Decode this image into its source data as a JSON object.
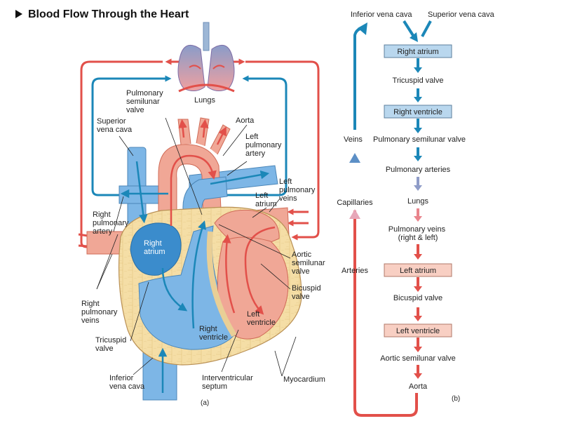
{
  "title": "Blood Flow Through the Heart",
  "colors": {
    "deoxygenated": "#1b87b8",
    "oxygenated": "#e2504a",
    "heart_blue": "#7db6e6",
    "heart_pink": "#f0a796",
    "myocardium": "#f5dea6",
    "box_blue": "#b9d7ee",
    "box_pink": "#f8cfc3"
  },
  "panel_a": {
    "label": "(a)",
    "labels": {
      "lungs": "Lungs",
      "pulmonary_semilunar_valve": [
        "Pulmonary",
        "semilunar",
        "valve"
      ],
      "superior_vena_cava": [
        "Superior",
        "vena cava"
      ],
      "aorta": "Aorta",
      "left_pulmonary_artery": [
        "Left",
        "pulmonary",
        "artery"
      ],
      "left_pulmonary_veins": [
        "Left",
        "pulmonary",
        "veins"
      ],
      "left_atrium": [
        "Left",
        "atrium"
      ],
      "right_pulmonary_artery": [
        "Right",
        "pulmonary",
        "artery"
      ],
      "right_atrium": [
        "Right",
        "atrium"
      ],
      "aortic_semilunar_valve": [
        "Aortic",
        "semilunar",
        "valve"
      ],
      "bicuspid_valve": [
        "Bicuspid",
        "valve"
      ],
      "right_pulmonary_veins": [
        "Right",
        "pulmonary",
        "veins"
      ],
      "left_ventricle": [
        "Left",
        "ventricle"
      ],
      "right_ventricle": [
        "Right",
        "ventricle"
      ],
      "tricuspid_valve": [
        "Tricuspid",
        "valve"
      ],
      "inferior_vena_cava": [
        "Inferior",
        "vena cava"
      ],
      "interventricular_septum": [
        "Interventricular",
        "septum"
      ],
      "myocardium": "Myocardium"
    }
  },
  "panel_b": {
    "label": "(b)",
    "inferior_vena_cava": "Inferior vena cava",
    "superior_vena_cava": "Superior vena cava",
    "right_atrium": "Right atrium",
    "tricuspid_valve": "Tricuspid valve",
    "right_ventricle": "Right ventricle",
    "veins": "Veins",
    "pulmonary_semilunar_valve": "Pulmonary semilunar valve",
    "pulmonary_arteries": "Pulmonary arteries",
    "capillaries": "Capillaries",
    "lungs": "Lungs",
    "pulmonary_veins": [
      "Pulmonary veins",
      "(right & left)"
    ],
    "arteries": "Arteries",
    "left_atrium": "Left atrium",
    "bicuspid_valve": "Bicuspid valve",
    "left_ventricle": "Left ventricle",
    "aortic_semilunar_valve": "Aortic semilunar valve",
    "aorta": "Aorta"
  }
}
